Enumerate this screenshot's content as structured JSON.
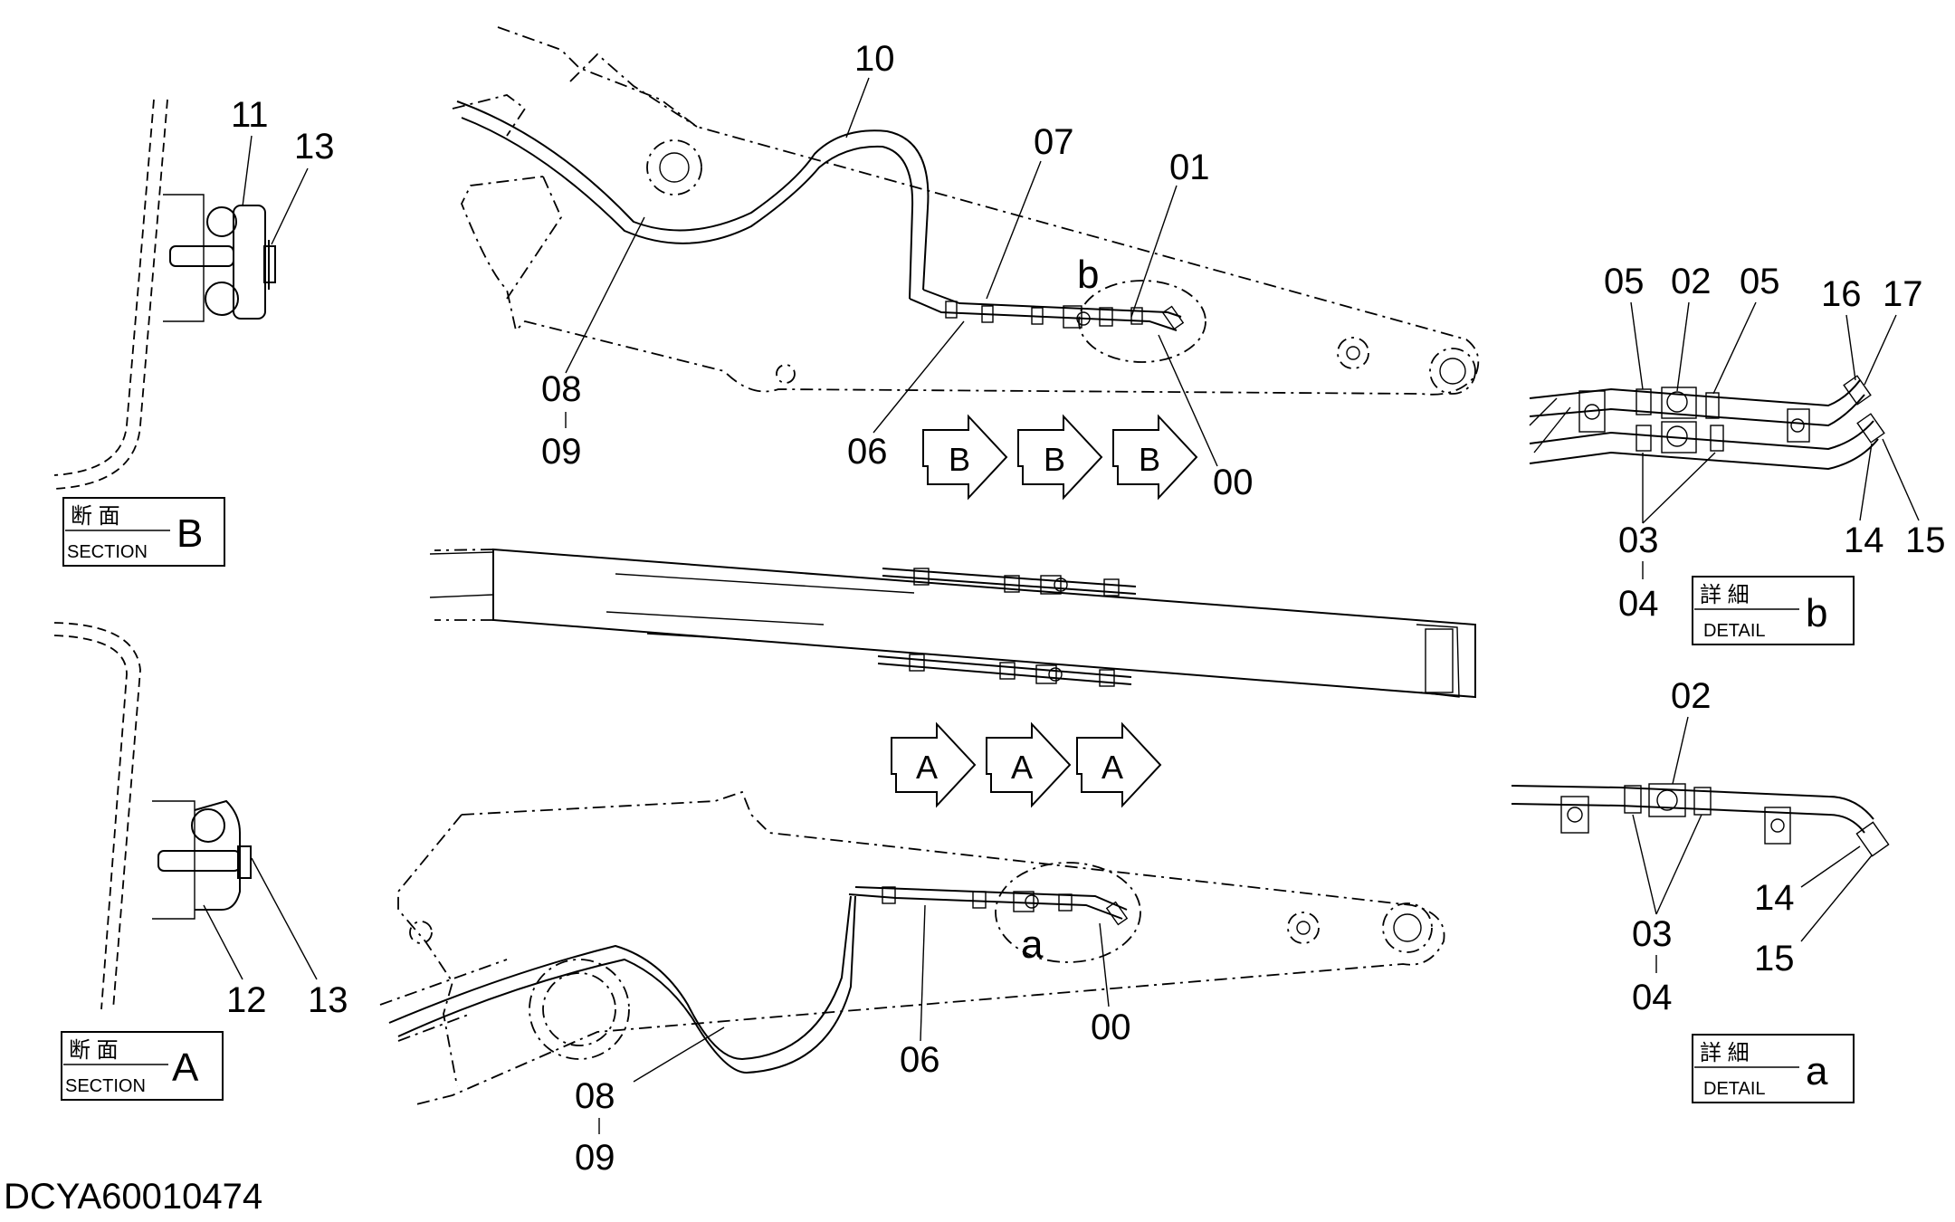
{
  "document_id": "DCYA60010474",
  "section_b": {
    "jp": "断 面",
    "en": "SECTION",
    "letter": "B"
  },
  "section_a": {
    "jp": "断 面",
    "en": "SECTION",
    "letter": "A"
  },
  "detail_b": {
    "jp": "詳 細",
    "en": "DETAIL",
    "letter": "b"
  },
  "detail_a": {
    "jp": "詳 細",
    "en": "DETAIL",
    "letter": "a"
  },
  "view_arrows": {
    "b_letter": "B",
    "a_letter": "A"
  },
  "circle_labels": {
    "b": "b",
    "a": "a"
  },
  "callouts": {
    "c00": "00",
    "c01": "01",
    "c02": "02",
    "c03": "03",
    "c04": "04",
    "c05": "05",
    "c06": "06",
    "c07": "07",
    "c08": "08",
    "c09": "09",
    "c10": "10",
    "c11": "11",
    "c12": "12",
    "c13": "13",
    "c14": "14",
    "c15": "15",
    "c16": "16",
    "c17": "17",
    "dash": "|"
  }
}
